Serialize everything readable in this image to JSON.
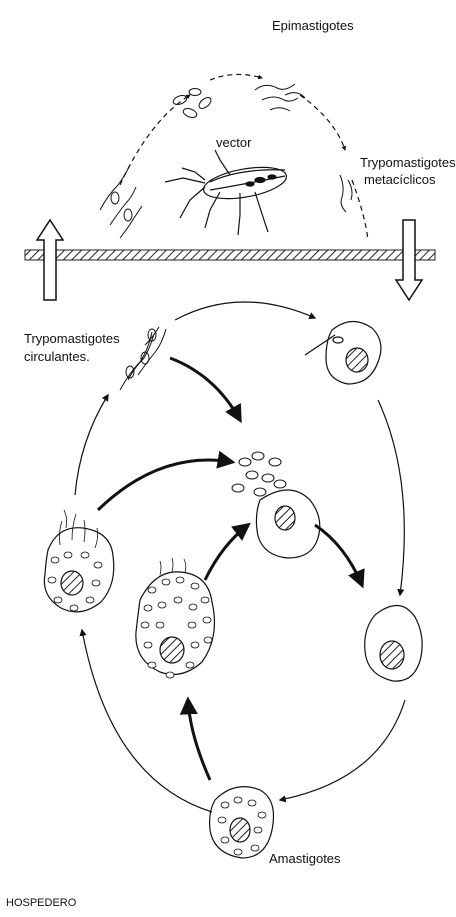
{
  "labels": {
    "epimastigotes": "Epimastigotes",
    "vector": "vector",
    "trypo_meta_1": "Trypomastigotes",
    "trypo_meta_2": "metacíclicos",
    "trypo_circ_1": "Trypomastigotes",
    "trypo_circ_2": "circulantes.",
    "amastigotes": "Amastigotes",
    "hospedero": "HOSPEDERO"
  }
}
